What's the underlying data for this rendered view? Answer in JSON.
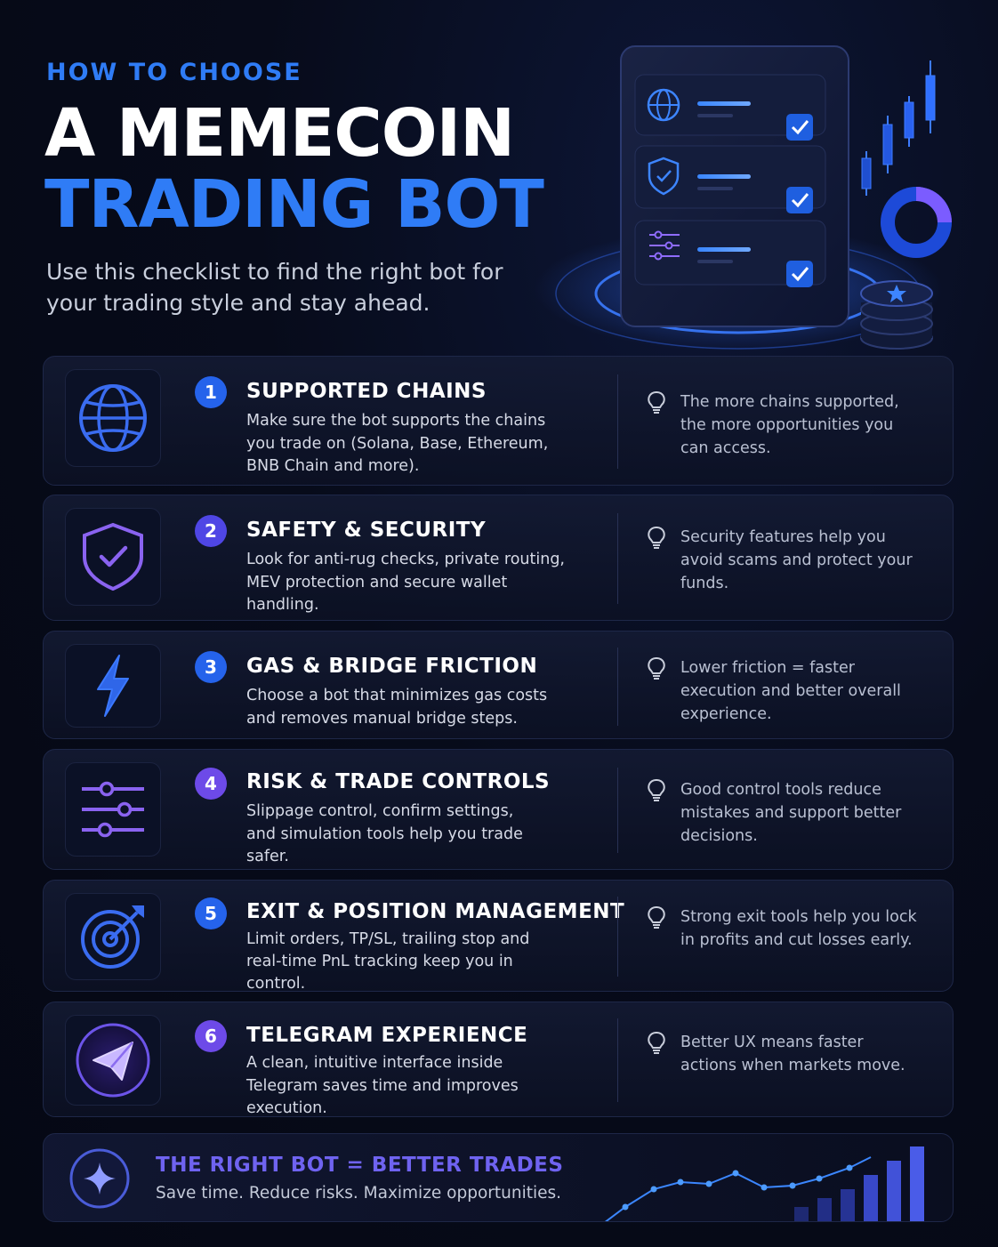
{
  "header": {
    "kicker": "HOW TO CHOOSE",
    "title_line1": "A MEMECOIN",
    "title_line2": "TRADING BOT",
    "subtitle": "Use this checklist to find the right bot for your trading style and stay ahead."
  },
  "colors": {
    "accent_blue": "#2f7cf6",
    "accent_purple": "#6f63f0",
    "background": "#050814"
  },
  "items": [
    {
      "number": "1",
      "icon": "globe-icon",
      "title": "SUPPORTED CHAINS",
      "description": "Make sure the bot supports the chains you trade on (Solana, Base, Ethereum, BNB Chain and more).",
      "tip": "The more chains supported, the more opportunities you can access."
    },
    {
      "number": "2",
      "icon": "shield-check-icon",
      "title": "SAFETY & SECURITY",
      "description": "Look for anti-rug checks, private routing, MEV protection and secure wallet handling.",
      "tip": "Security features help you avoid scams and protect your funds."
    },
    {
      "number": "3",
      "icon": "lightning-icon",
      "title": "GAS & BRIDGE FRICTION",
      "description": "Choose a bot that minimizes gas costs and removes manual bridge steps.",
      "tip": "Lower friction = faster execution and better overall experience."
    },
    {
      "number": "4",
      "icon": "sliders-icon",
      "title": "RISK & TRADE CONTROLS",
      "description": "Slippage control, confirm settings, and simulation tools help you trade safer.",
      "tip": "Good control tools reduce mistakes and support better decisions."
    },
    {
      "number": "5",
      "icon": "target-icon",
      "title": "EXIT & POSITION MANAGEMENT",
      "description": "Limit orders, TP/SL, trailing stop and real-time PnL tracking keep you in control.",
      "tip": "Strong exit tools help you lock in profits and cut losses early."
    },
    {
      "number": "6",
      "icon": "telegram-icon",
      "title": "TELEGRAM EXPERIENCE",
      "description": "A clean, intuitive interface inside Telegram saves time and improves execution.",
      "tip": "Better UX means faster actions when markets move."
    }
  ],
  "footer": {
    "icon": "star-icon",
    "title": "THE RIGHT BOT = BETTER TRADES",
    "subtitle": "Save time. Reduce risks. Maximize opportunities."
  }
}
